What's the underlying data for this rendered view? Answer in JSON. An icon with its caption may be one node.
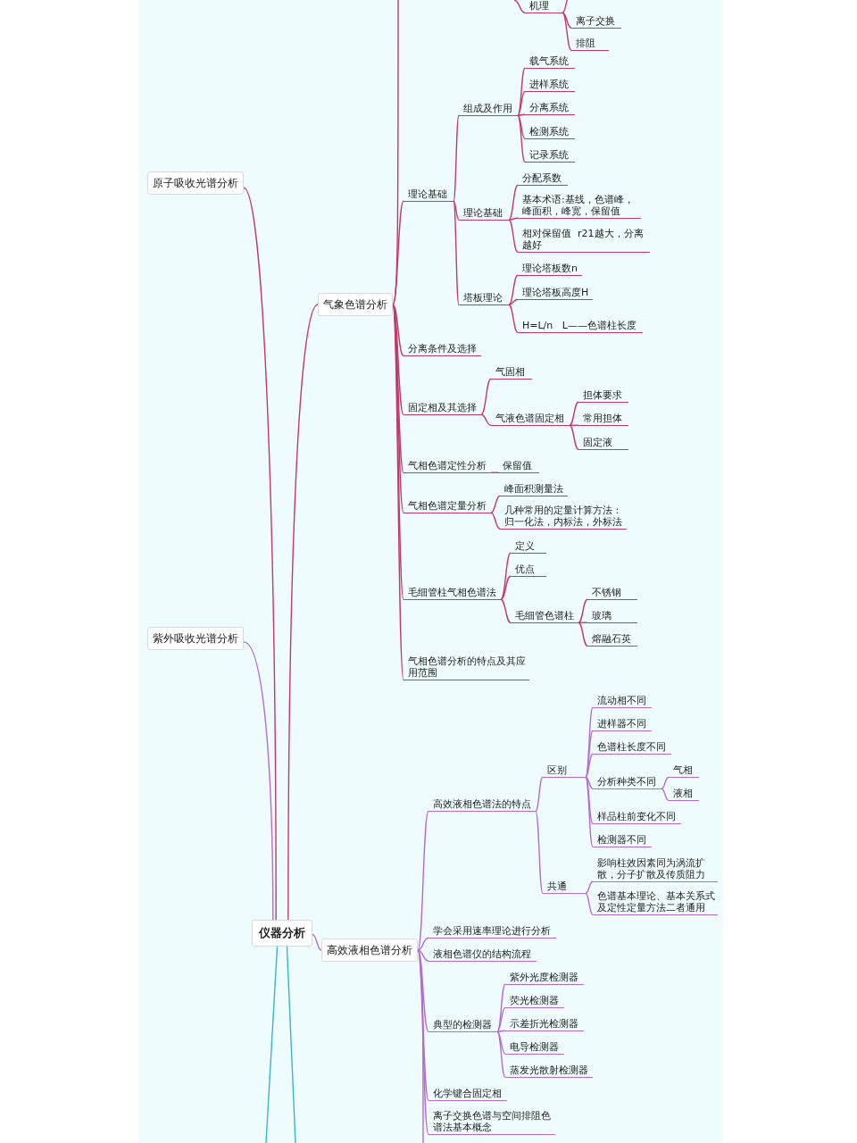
{
  "diagram": {
    "nodes": [
      {
        "text": [
          "仪器分析"
        ]
      },
      {
        "text": [
          "原子吸收光谱分析"
        ]
      },
      {
        "text": [
          "紫外吸收光谱分析"
        ]
      },
      {
        "text": [
          "气象色谱分析"
        ]
      },
      {
        "text": [
          "机理"
        ]
      },
      {
        "text": [
          "离子交换"
        ]
      },
      {
        "text": [
          "排阻"
        ]
      },
      {
        "text": [
          "理论基础"
        ]
      },
      {
        "text": [
          "组成及作用"
        ]
      },
      {
        "text": [
          "载气系统"
        ]
      },
      {
        "text": [
          "进样系统"
        ]
      },
      {
        "text": [
          "分离系统"
        ]
      },
      {
        "text": [
          "检测系统"
        ]
      },
      {
        "text": [
          "记录系统"
        ]
      },
      {
        "text": [
          "理论基础"
        ]
      },
      {
        "text": [
          "分配系数"
        ]
      },
      {
        "text": [
          "基本术语:基线，色谱峰，峰面积，峰宽，保留值"
        ]
      },
      {
        "text": [
          "相对保留值  r21越大，分离越好"
        ]
      },
      {
        "text": [
          "塔板理论"
        ]
      },
      {
        "text": [
          "理论塔板数n"
        ]
      },
      {
        "text": [
          "理论塔板高度H"
        ]
      },
      {
        "text": [
          "H=L/n   L——色谱柱长度"
        ]
      },
      {
        "text": [
          "分离条件及选择"
        ]
      },
      {
        "text": [
          "固定相及其选择"
        ]
      },
      {
        "text": [
          "气固相"
        ]
      },
      {
        "text": [
          "气液色谱固定相"
        ]
      },
      {
        "text": [
          "担体要求"
        ]
      },
      {
        "text": [
          "常用担体"
        ]
      },
      {
        "text": [
          "固定液"
        ]
      },
      {
        "text": [
          "气相色谱定性分析"
        ]
      },
      {
        "text": [
          "保留值"
        ]
      },
      {
        "text": [
          "气相色谱定量分析"
        ]
      },
      {
        "text": [
          "峰面积测量法"
        ]
      },
      {
        "text": [
          "几种常用的定量计算方法：归一化法，内标法，外标法"
        ]
      },
      {
        "text": [
          "毛细管柱气相色谱法"
        ]
      },
      {
        "text": [
          "定义"
        ]
      },
      {
        "text": [
          "优点"
        ]
      },
      {
        "text": [
          "毛细管色谱柱"
        ]
      },
      {
        "text": [
          "不锈钢"
        ]
      },
      {
        "text": [
          "玻璃"
        ]
      },
      {
        "text": [
          "熔融石英"
        ]
      },
      {
        "text": [
          "气相色谱分析的特点及其应用范围"
        ]
      },
      {
        "text": [
          "高效液相色谱分析"
        ]
      },
      {
        "text": [
          "高效液相色谱法的特点"
        ]
      },
      {
        "text": [
          "区别"
        ]
      },
      {
        "text": [
          "流动相不同"
        ]
      },
      {
        "text": [
          "进样器不同"
        ]
      },
      {
        "text": [
          "色谱柱长度不同"
        ]
      },
      {
        "text": [
          "分析种类不同"
        ]
      },
      {
        "text": [
          "气相"
        ]
      },
      {
        "text": [
          "液相"
        ]
      },
      {
        "text": [
          "样品柱前变化不同"
        ]
      },
      {
        "text": [
          "检测器不同"
        ]
      },
      {
        "text": [
          "共通"
        ]
      },
      {
        "text": [
          "影响柱效因素同为涡流扩散，分子扩散及传质阻力"
        ]
      },
      {
        "text": [
          "色谱基本理论、基本关系式及定性定量方法二者通用"
        ]
      },
      {
        "text": [
          "学会采用速率理论进行分析"
        ]
      },
      {
        "text": [
          "液相色谱仪的结构流程"
        ]
      },
      {
        "text": [
          "典型的检测器"
        ]
      },
      {
        "text": [
          "紫外光度检测器"
        ]
      },
      {
        "text": [
          "荧光检测器"
        ]
      },
      {
        "text": [
          "示差折光检测器"
        ]
      },
      {
        "text": [
          "电导检测器"
        ]
      },
      {
        "text": [
          "蒸发光散射检测器"
        ]
      },
      {
        "text": [
          "化学键合固定相"
        ]
      },
      {
        "text": [
          "离子交换色谱与空间排阻色谱法基本概念"
        ]
      }
    ],
    "edges": [
      {
        "from": 0,
        "to": 1,
        "arrow": "none"
      },
      {
        "from": 0,
        "to": 2,
        "arrow": "none",
        "color": "#b56bd0"
      },
      {
        "from": 0,
        "to": 3,
        "arrow": "none"
      },
      {
        "from": 0,
        "to": 42,
        "arrow": "none",
        "color": "#b56bd0"
      },
      {
        "from": 0,
        "to": null,
        "arrow": "none",
        "color": "#3ab4cf"
      },
      {
        "from": 0,
        "to": null,
        "arrow": "none",
        "color": "#3ab4cf"
      },
      {
        "from": 3,
        "to": null,
        "arrow": "none"
      },
      {
        "from": null,
        "to": 4,
        "arrow": "none"
      },
      {
        "from": 4,
        "to": null,
        "arrow": "none"
      },
      {
        "from": 4,
        "to": 5,
        "arrow": "none"
      },
      {
        "from": 4,
        "to": 6,
        "arrow": "none"
      },
      {
        "from": 3,
        "to": 7,
        "arrow": "none"
      },
      {
        "from": 7,
        "to": 8,
        "arrow": "none"
      },
      {
        "from": 8,
        "to": 9,
        "arrow": "none"
      },
      {
        "from": 8,
        "to": 10,
        "arrow": "none"
      },
      {
        "from": 8,
        "to": 11,
        "arrow": "none"
      },
      {
        "from": 8,
        "to": 12,
        "arrow": "none"
      },
      {
        "from": 8,
        "to": 13,
        "arrow": "none"
      },
      {
        "from": 7,
        "to": 14,
        "arrow": "none"
      },
      {
        "from": 14,
        "to": 15,
        "arrow": "none"
      },
      {
        "from": 14,
        "to": 16,
        "arrow": "none"
      },
      {
        "from": 14,
        "to": 17,
        "arrow": "none"
      },
      {
        "from": 7,
        "to": 18,
        "arrow": "none"
      },
      {
        "from": 18,
        "to": 19,
        "arrow": "none"
      },
      {
        "from": 18,
        "to": 20,
        "arrow": "none"
      },
      {
        "from": 18,
        "to": 21,
        "arrow": "none"
      },
      {
        "from": 3,
        "to": 22,
        "arrow": "none"
      },
      {
        "from": 3,
        "to": 23,
        "arrow": "none"
      },
      {
        "from": 23,
        "to": 24,
        "arrow": "none"
      },
      {
        "from": 23,
        "to": 25,
        "arrow": "none"
      },
      {
        "from": 25,
        "to": 26,
        "arrow": "none"
      },
      {
        "from": 25,
        "to": 27,
        "arrow": "none"
      },
      {
        "from": 25,
        "to": 28,
        "arrow": "none"
      },
      {
        "from": 3,
        "to": 29,
        "arrow": "none"
      },
      {
        "from": 29,
        "to": 30,
        "arrow": "none"
      },
      {
        "from": 3,
        "to": 31,
        "arrow": "none"
      },
      {
        "from": 31,
        "to": 32,
        "arrow": "none"
      },
      {
        "from": 31,
        "to": 33,
        "arrow": "none"
      },
      {
        "from": 3,
        "to": 34,
        "arrow": "none"
      },
      {
        "from": 34,
        "to": 35,
        "arrow": "none"
      },
      {
        "from": 34,
        "to": 36,
        "arrow": "none"
      },
      {
        "from": 34,
        "to": 37,
        "arrow": "none"
      },
      {
        "from": 37,
        "to": 38,
        "arrow": "none"
      },
      {
        "from": 37,
        "to": 39,
        "arrow": "none"
      },
      {
        "from": 37,
        "to": 40,
        "arrow": "none"
      },
      {
        "from": 3,
        "to": 41,
        "arrow": "none"
      },
      {
        "from": 42,
        "to": 43,
        "arrow": "none",
        "color": "#b56bd0"
      },
      {
        "from": 43,
        "to": 44,
        "arrow": "none",
        "color": "#b56bd0"
      },
      {
        "from": 44,
        "to": 45,
        "arrow": "none",
        "color": "#b56bd0"
      },
      {
        "from": 44,
        "to": 46,
        "arrow": "none",
        "color": "#b56bd0"
      },
      {
        "from": 44,
        "to": 47,
        "arrow": "none",
        "color": "#b56bd0"
      },
      {
        "from": 44,
        "to": 48,
        "arrow": "none",
        "color": "#b56bd0"
      },
      {
        "from": 48,
        "to": 49,
        "arrow": "none",
        "color": "#b56bd0"
      },
      {
        "from": 48,
        "to": 50,
        "arrow": "none",
        "color": "#b56bd0"
      },
      {
        "from": 44,
        "to": 51,
        "arrow": "none",
        "color": "#b56bd0"
      },
      {
        "from": 44,
        "to": 52,
        "arrow": "none",
        "color": "#b56bd0"
      },
      {
        "from": 43,
        "to": 53,
        "arrow": "none",
        "color": "#b56bd0"
      },
      {
        "from": 53,
        "to": 54,
        "arrow": "none",
        "color": "#b56bd0"
      },
      {
        "from": 53,
        "to": 55,
        "arrow": "none",
        "color": "#b56bd0"
      },
      {
        "from": 42,
        "to": 56,
        "arrow": "none",
        "color": "#b56bd0"
      },
      {
        "from": 42,
        "to": 57,
        "arrow": "none",
        "color": "#b56bd0"
      },
      {
        "from": 42,
        "to": 58,
        "arrow": "none",
        "color": "#b56bd0"
      },
      {
        "from": 58,
        "to": 59,
        "arrow": "none",
        "color": "#b56bd0"
      },
      {
        "from": 58,
        "to": 60,
        "arrow": "none",
        "color": "#b56bd0"
      },
      {
        "from": 58,
        "to": 61,
        "arrow": "none",
        "color": "#b56bd0"
      },
      {
        "from": 58,
        "to": 62,
        "arrow": "none",
        "color": "#b56bd0"
      },
      {
        "from": 58,
        "to": 63,
        "arrow": "none",
        "color": "#b56bd0"
      },
      {
        "from": 42,
        "to": 64,
        "arrow": "none",
        "color": "#b56bd0"
      },
      {
        "from": 42,
        "to": 65,
        "arrow": "none",
        "color": "#b56bd0"
      },
      {
        "from": 42,
        "to": null,
        "arrow": "none",
        "color": "#b56bd0"
      }
    ]
  }
}
